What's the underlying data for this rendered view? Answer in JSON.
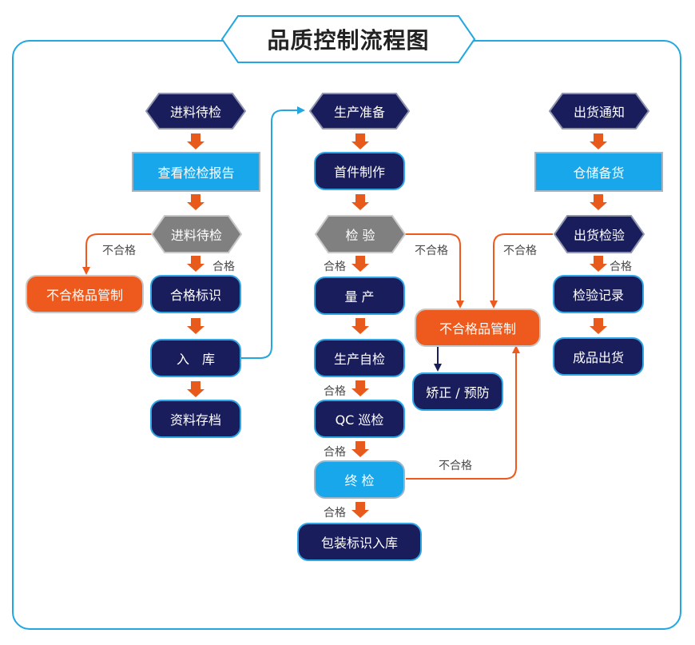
{
  "title": "品质控制流程图",
  "nodes": {
    "incoming_wait": "进料待检",
    "view_report": "查看检检报告",
    "incoming_inspect": "进料待检",
    "reject_left": "不合格品管制",
    "pass_mark": "合格标识",
    "warehouse_in": "入　库",
    "archive": "资料存档",
    "prod_prep": "生产准备",
    "first_article": "首件制作",
    "inspection": "检 验",
    "mass_prod": "量 产",
    "self_check": "生产自检",
    "qc_patrol": "QC 巡检",
    "final_check": "终 检",
    "pack_in": "包装标识入库",
    "reject_center": "不合格品管制",
    "correct_prevent": "矫正 / 预防",
    "ship_notice": "出货通知",
    "stock_prepare": "仓储备货",
    "ship_inspect": "出货检验",
    "inspect_record": "检验记录",
    "finished_ship": "成品出货"
  },
  "labels": {
    "pass": "合格",
    "fail": "不合格"
  },
  "colors": {
    "navy": "#1a1d5c",
    "sky": "#18a7ea",
    "orange": "#ee5a1e",
    "gray": "#808080",
    "frame": "#22a7e0"
  }
}
